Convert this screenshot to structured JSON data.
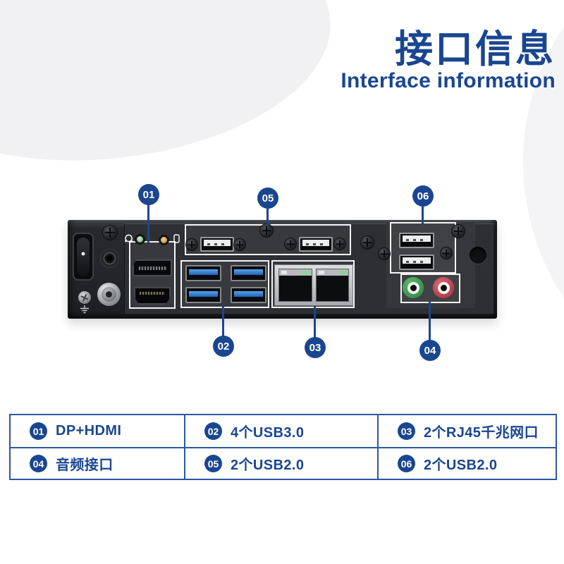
{
  "header": {
    "title_zh": "接口信息",
    "title_en": "Interface information"
  },
  "device": {
    "badges": [
      {
        "id": "01"
      },
      {
        "id": "02"
      },
      {
        "id": "03"
      },
      {
        "id": "04"
      },
      {
        "id": "05"
      },
      {
        "id": "06"
      }
    ]
  },
  "legend": {
    "cells": [
      {
        "num": "01",
        "label": "DP+HDMI"
      },
      {
        "num": "02",
        "label": "4个USB3.0"
      },
      {
        "num": "03",
        "label": "2个RJ45千兆网口"
      },
      {
        "num": "04",
        "label": "音频接口"
      },
      {
        "num": "05",
        "label": "2个USB2.0"
      },
      {
        "num": "06",
        "label": "2个USB2.0"
      }
    ]
  },
  "colors": {
    "navy": "#1a4690",
    "table_border": "#2b56a0",
    "usb3_blue": "#2f82dc",
    "audio_green": "#41a052",
    "audio_red": "#c63f4c",
    "callout_white": "#f5f5f5",
    "chassis_black": "#232528"
  }
}
